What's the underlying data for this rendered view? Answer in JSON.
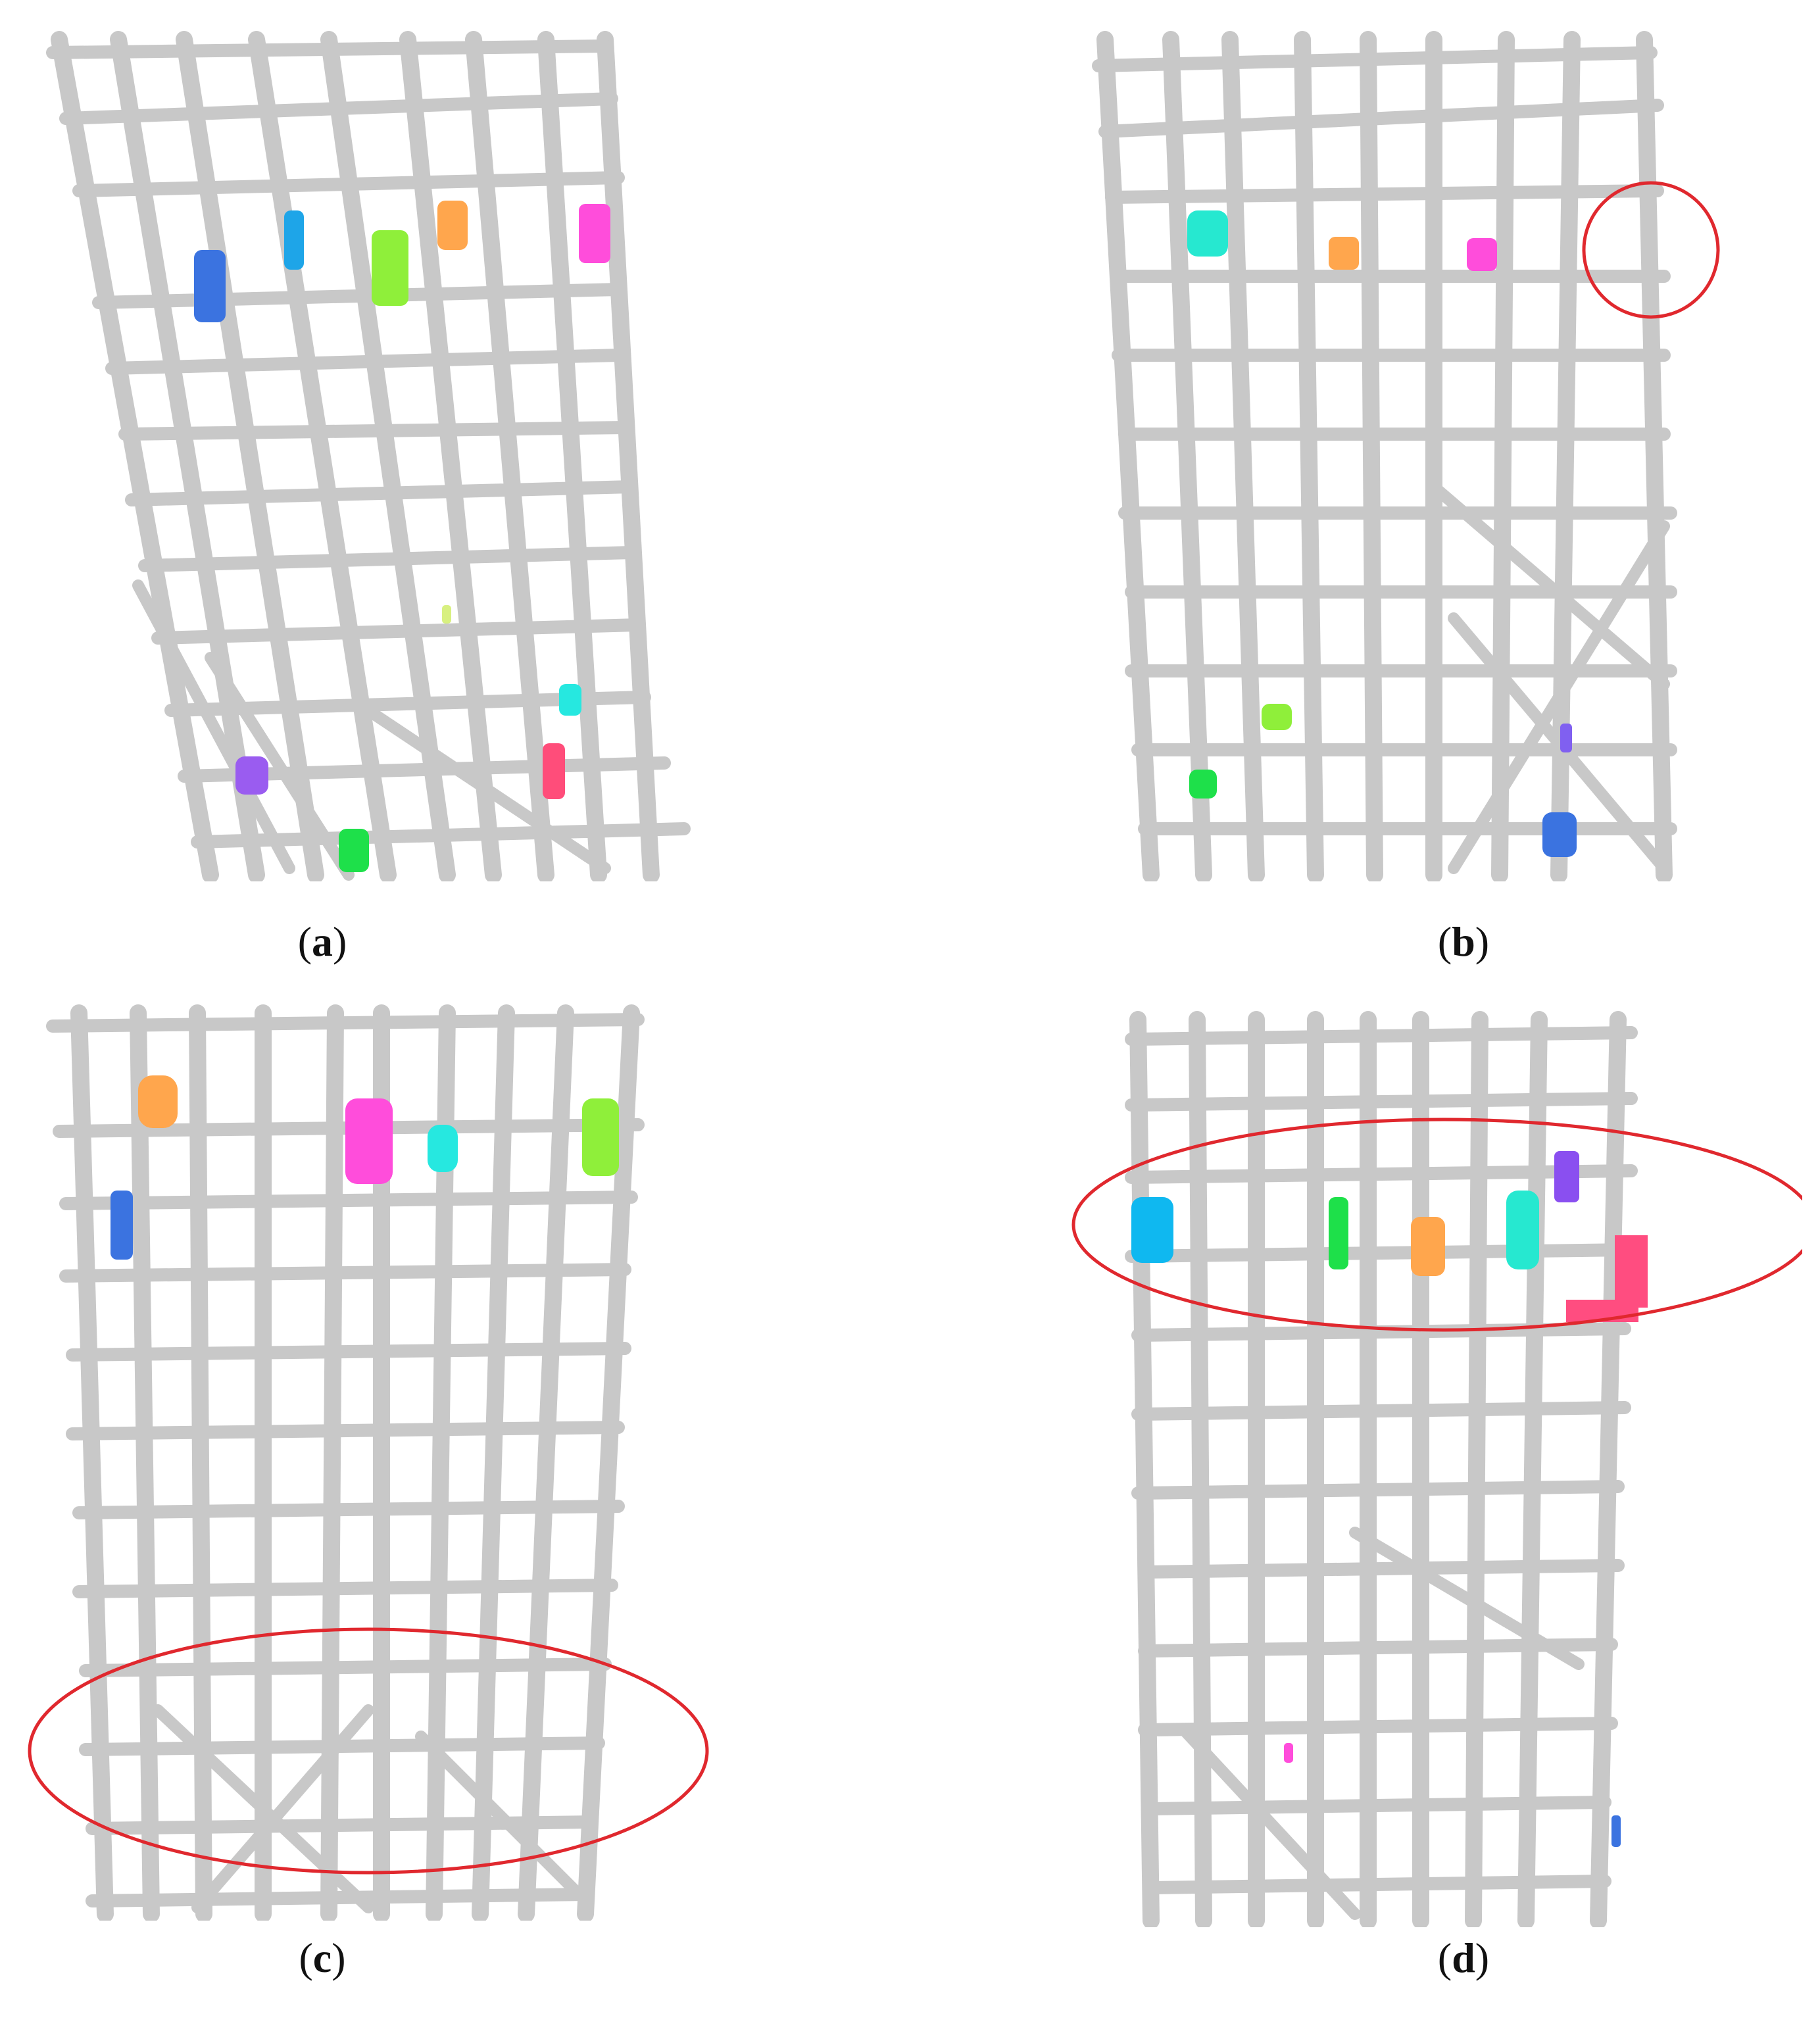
{
  "colors": {
    "background": "#ffffff",
    "scaffold": "#c8c8c8",
    "highlight": "#e0282e"
  },
  "panels": [
    {
      "id": "a",
      "caption_open": "(",
      "caption_letter": "a",
      "caption_close": ")",
      "markers": [
        {
          "color": "#3b73e0"
        },
        {
          "color": "#1ea5e8"
        },
        {
          "color": "#8fef3a"
        },
        {
          "color": "#ffa64d"
        },
        {
          "color": "#ff4ddb"
        },
        {
          "color": "#d8f080"
        },
        {
          "color": "#26e8e0"
        },
        {
          "color": "#ff4d7a"
        },
        {
          "color": "#9a5cf0"
        },
        {
          "color": "#1ee04a"
        }
      ],
      "highlights": []
    },
    {
      "id": "b",
      "caption_open": "(",
      "caption_letter": "b",
      "caption_close": ")",
      "markers": [
        {
          "color": "#26e8d0"
        },
        {
          "color": "#ffa64d"
        },
        {
          "color": "#ff4ddb"
        },
        {
          "color": "#8fef3a"
        },
        {
          "color": "#1ee04a"
        },
        {
          "color": "#8060f0"
        },
        {
          "color": "#3b73e0"
        }
      ],
      "highlights": [
        "circle"
      ]
    },
    {
      "id": "c",
      "caption_open": "(",
      "caption_letter": "c",
      "caption_close": ")",
      "markers": [
        {
          "color": "#ffa64d"
        },
        {
          "color": "#3b73e0"
        },
        {
          "color": "#ff4ddb"
        },
        {
          "color": "#26e8e0"
        },
        {
          "color": "#8fef3a"
        }
      ],
      "highlights": [
        "ellipse"
      ]
    },
    {
      "id": "d",
      "caption_open": "(",
      "caption_letter": "d",
      "caption_close": ")",
      "markers": [
        {
          "color": "#0fb8f0"
        },
        {
          "color": "#1ee04a"
        },
        {
          "color": "#ffa64d"
        },
        {
          "color": "#26e8d0"
        },
        {
          "color": "#8a4ff0"
        },
        {
          "color": "#ff4d80"
        },
        {
          "color": "#ff4ddb"
        },
        {
          "color": "#3b73e0"
        }
      ],
      "highlights": [
        "ellipse"
      ]
    }
  ]
}
